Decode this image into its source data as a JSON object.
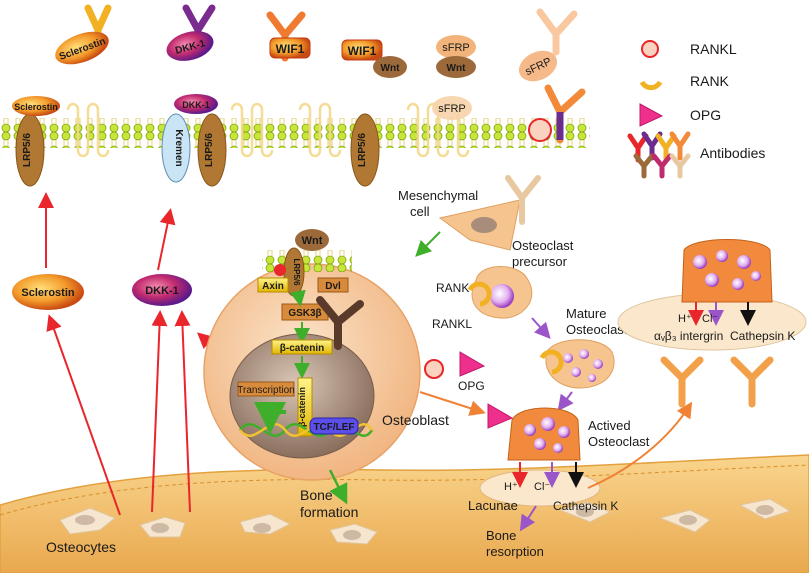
{
  "labels": {
    "sclerostin": "Sclerostin",
    "dkk1": "DKK-1",
    "wif1": "WIF1",
    "wnt": "Wnt",
    "sfrp": "sFRP",
    "lrp56": "LRP5/6",
    "kremen": "Kremen",
    "mesenchymal_line1": "Mesenchymal",
    "mesenchymal_line2": "cell",
    "osteoclast_precursor_line1": "Osteoclast",
    "osteoclast_precursor_line2": "precursor",
    "rank": "RANK",
    "rankl": "RANKL",
    "opg": "OPG",
    "mature_osteoclast_line1": "Mature",
    "mature_osteoclast_line2": "Osteoclast",
    "actived_osteoclast_line1": "Actived",
    "actived_osteoclast_line2": "Osteoclast",
    "axin": "Axin",
    "dvl": "Dvl",
    "gsk3b": "GSK3β",
    "beta_catenin": "β-catenin",
    "transcription": "Transcription",
    "tcf_lef": "TCF/LEF",
    "osteoblast": "Osteoblast",
    "bone_formation_line1": "Bone",
    "bone_formation_line2": "formation",
    "osteocytes": "Osteocytes",
    "lacunae": "Lacunae",
    "h_plus": "H⁺",
    "cl_minus": "Cl⁻",
    "cathepsin_k": "Cathepsin K",
    "bone_resorption_line1": "Bone",
    "bone_resorption_line2": "resorption",
    "integrin": "αᵥβ₃ intergrin"
  },
  "legend": {
    "items": [
      {
        "symbol": "circle",
        "label": "RANKL"
      },
      {
        "symbol": "crescent",
        "label": "RANK"
      },
      {
        "symbol": "wedge",
        "label": "OPG"
      },
      {
        "symbol": "antibodies",
        "label": "Antibodies"
      }
    ]
  },
  "colors": {
    "cell_fill": "#f6c9a0",
    "nucleus": "#a78d7a",
    "membrane_dot": "#c8e638",
    "bone": "#f4c87a",
    "arrow_red": "#e8262b",
    "arrow_green": "#3fae2a",
    "arrow_purple": "#9a55c8",
    "arrow_orange": "#f08236",
    "opg_pink": "#ee2f8c",
    "osteoclast": "#f18a3c"
  },
  "icons": [
    "antibody-y-icon",
    "rankl-circle-icon",
    "rank-crescent-icon",
    "opg-wedge-icon"
  ]
}
